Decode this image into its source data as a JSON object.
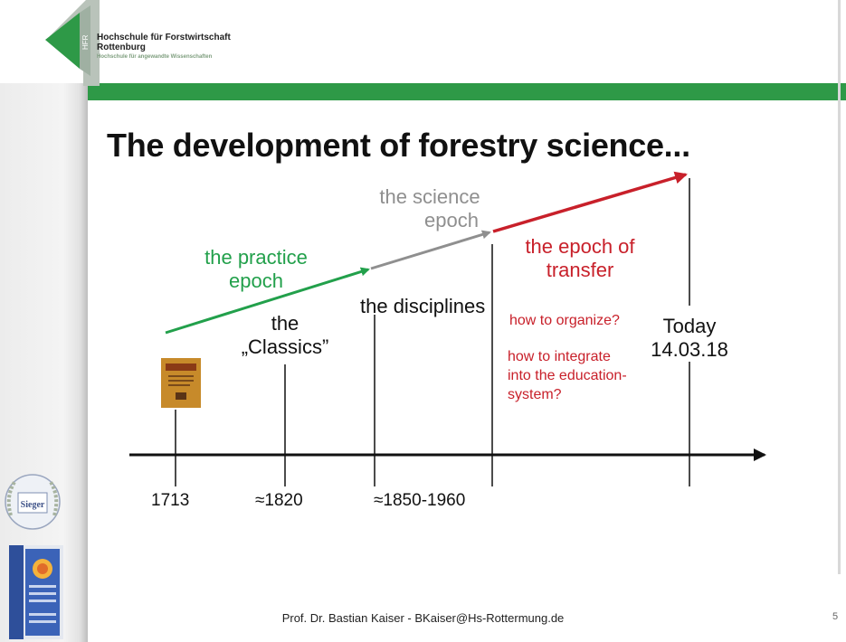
{
  "header": {
    "logo_mark_text": "HFR",
    "institution_line1": "Hochschule für Forstwirtschaft",
    "institution_line2": "Rottenburg",
    "institution_sub": "Hochschule für angewandte Wissenschaften"
  },
  "slide": {
    "title": "The development of forestry science...",
    "epochs": {
      "practice_line1": "the practice",
      "practice_line2": "epoch",
      "science_line1": "the science",
      "science_line2": "epoch",
      "transfer_line1": "the epoch of",
      "transfer_line2": "transfer"
    },
    "stages": {
      "classics_line1": "the",
      "classics_line2": "„Classics”",
      "disciplines": "the disciplines",
      "today_line1": "Today",
      "today_line2": "14.03.18"
    },
    "questions": {
      "organize": "how to organize?",
      "integrate_line1": "how to integrate",
      "integrate_line2": "into the education-",
      "integrate_line3": "system?"
    },
    "years": [
      "1713",
      "≈1820",
      "≈1850-1960"
    ],
    "colors": {
      "practice": "#22a04b",
      "science": "#8f8f8f",
      "transfer": "#c8202a",
      "header_bar": "#2e9947"
    }
  },
  "badges": {
    "award_word": "Sieger"
  },
  "footer": {
    "text": "Prof. Dr. Bastian Kaiser - BKaiser@Hs-Rottermung.de",
    "page_number": "5"
  }
}
